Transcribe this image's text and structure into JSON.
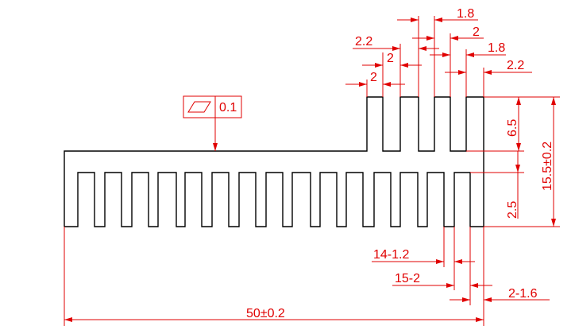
{
  "drawing": {
    "colors": {
      "outline": "#000000",
      "dimension": "#e00000"
    },
    "flatness_tolerance": {
      "symbol": "flatness-parallelogram",
      "value": "0.1"
    },
    "top_fin_dimensions": [
      "1.8",
      "2",
      "2.2",
      "2",
      "1.8",
      "2.2",
      "2"
    ],
    "right_dimensions": {
      "upper_fin_height": "6.5",
      "lower_slot_depth": "2.5",
      "total_height": "15.5±0.2"
    },
    "bottom_dimensions": {
      "slot_width": "14-1.2",
      "pitch": "15-2",
      "end_wall": "2-1.6",
      "total_width": "50±0.2"
    }
  }
}
